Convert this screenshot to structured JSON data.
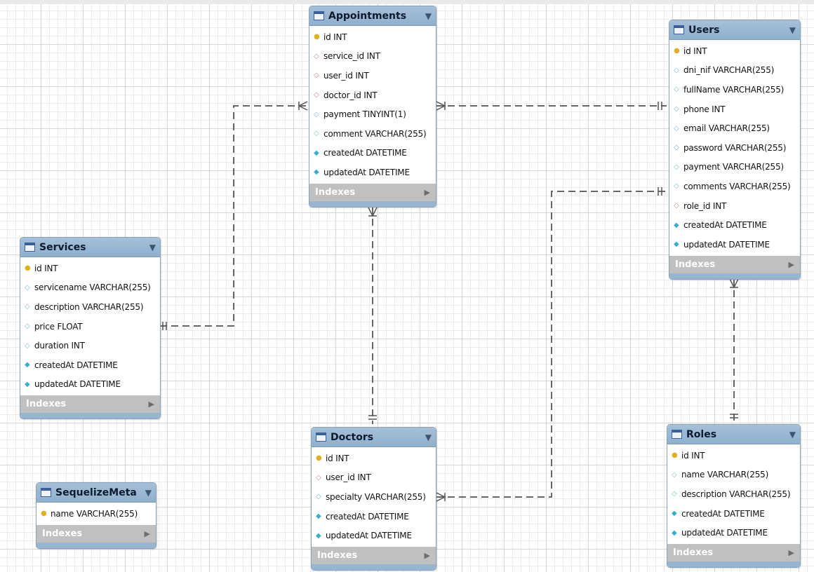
{
  "tables": {
    "appointments": {
      "name": "Appointments",
      "columns": [
        {
          "text": "id INT",
          "kind": "primary-key"
        },
        {
          "text": "service_id INT",
          "kind": "foreign-key"
        },
        {
          "text": "user_id INT",
          "kind": "foreign-key"
        },
        {
          "text": "doctor_id INT",
          "kind": "foreign-key"
        },
        {
          "text": "payment TINYINT(1)",
          "kind": "nullable"
        },
        {
          "text": "comment VARCHAR(255)",
          "kind": "nullable"
        },
        {
          "text": "createdAt DATETIME",
          "kind": "not-null"
        },
        {
          "text": "updatedAt DATETIME",
          "kind": "not-null"
        }
      ],
      "indexes_label": "Indexes"
    },
    "users": {
      "name": "Users",
      "columns": [
        {
          "text": "id INT",
          "kind": "primary-key"
        },
        {
          "text": "dni_nif VARCHAR(255)",
          "kind": "nullable"
        },
        {
          "text": "fullName VARCHAR(255)",
          "kind": "nullable"
        },
        {
          "text": "phone INT",
          "kind": "nullable"
        },
        {
          "text": "email VARCHAR(255)",
          "kind": "nullable"
        },
        {
          "text": "password VARCHAR(255)",
          "kind": "nullable"
        },
        {
          "text": "payment VARCHAR(255)",
          "kind": "nullable"
        },
        {
          "text": "comments VARCHAR(255)",
          "kind": "nullable"
        },
        {
          "text": "role_id INT",
          "kind": "foreign-key"
        },
        {
          "text": "createdAt DATETIME",
          "kind": "not-null"
        },
        {
          "text": "updatedAt DATETIME",
          "kind": "not-null"
        }
      ],
      "indexes_label": "Indexes"
    },
    "services": {
      "name": "Services",
      "columns": [
        {
          "text": "id INT",
          "kind": "primary-key"
        },
        {
          "text": "servicename VARCHAR(255)",
          "kind": "nullable"
        },
        {
          "text": "description VARCHAR(255)",
          "kind": "nullable"
        },
        {
          "text": "price FLOAT",
          "kind": "nullable"
        },
        {
          "text": "duration INT",
          "kind": "nullable"
        },
        {
          "text": "createdAt DATETIME",
          "kind": "not-null"
        },
        {
          "text": "updatedAt DATETIME",
          "kind": "not-null"
        }
      ],
      "indexes_label": "Indexes"
    },
    "doctors": {
      "name": "Doctors",
      "columns": [
        {
          "text": "id INT",
          "kind": "primary-key"
        },
        {
          "text": "user_id INT",
          "kind": "foreign-key"
        },
        {
          "text": "specialty VARCHAR(255)",
          "kind": "nullable"
        },
        {
          "text": "createdAt DATETIME",
          "kind": "not-null"
        },
        {
          "text": "updatedAt DATETIME",
          "kind": "not-null"
        }
      ],
      "indexes_label": "Indexes"
    },
    "roles": {
      "name": "Roles",
      "columns": [
        {
          "text": "id INT",
          "kind": "primary-key"
        },
        {
          "text": "name VARCHAR(255)",
          "kind": "nullable"
        },
        {
          "text": "description VARCHAR(255)",
          "kind": "nullable"
        },
        {
          "text": "createdAt DATETIME",
          "kind": "not-null"
        },
        {
          "text": "updatedAt DATETIME",
          "kind": "not-null"
        }
      ],
      "indexes_label": "Indexes"
    },
    "sequelizemeta": {
      "name": "SequelizeMeta",
      "columns": [
        {
          "text": "name VARCHAR(255)",
          "kind": "primary-key"
        }
      ],
      "indexes_label": "Indexes"
    }
  },
  "relationships": [
    {
      "from": "Services",
      "to": "Appointments",
      "type": "one-to-many"
    },
    {
      "from": "Users",
      "to": "Appointments",
      "type": "one-to-many"
    },
    {
      "from": "Doctors",
      "to": "Appointments",
      "type": "one-to-many"
    },
    {
      "from": "Users",
      "to": "Doctors",
      "type": "one-to-many"
    },
    {
      "from": "Roles",
      "to": "Users",
      "type": "one-to-many"
    }
  ],
  "colors": {
    "header": "#a6c0d8",
    "indexes_bar": "#c0c0c0",
    "connector": "#666666",
    "primary_key_icon": "#e0b020",
    "foreign_key_icon": "#c48a8a",
    "not_null_icon": "#35aed0"
  }
}
